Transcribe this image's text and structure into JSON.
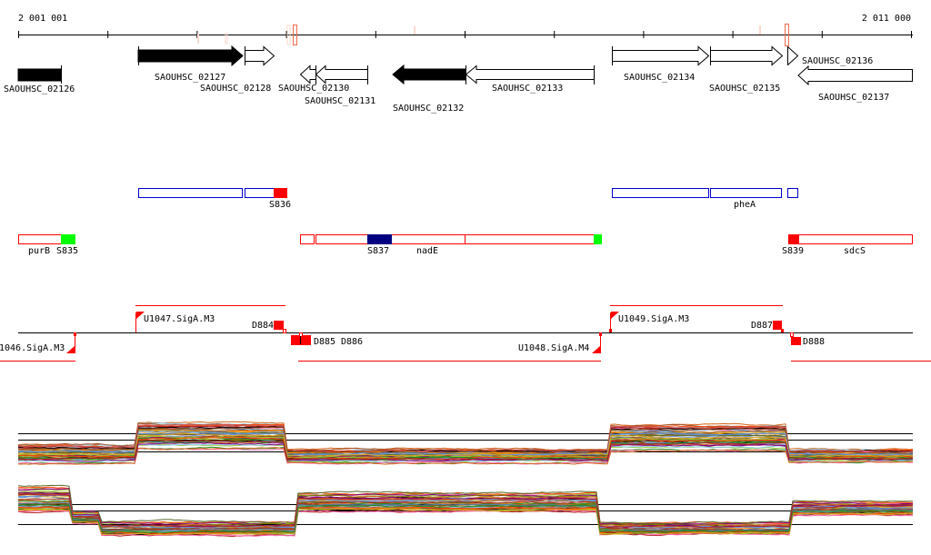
{
  "ruler": {
    "start_label": "2 001 001",
    "end_label": "2 011 000"
  },
  "genes": [
    {
      "id": "SAOUHSC_02126",
      "style": "filled"
    },
    {
      "id": "SAOUHSC_02127",
      "style": "filled"
    },
    {
      "id": "SAOUHSC_02128",
      "style": "open"
    },
    {
      "id": "SAOUHSC_02130",
      "style": "open"
    },
    {
      "id": "SAOUHSC_02131",
      "style": "open"
    },
    {
      "id": "SAOUHSC_02132",
      "style": "filled"
    },
    {
      "id": "SAOUHSC_02133",
      "style": "open"
    },
    {
      "id": "SAOUHSC_02134",
      "style": "open"
    },
    {
      "id": "SAOUHSC_02135",
      "style": "open"
    },
    {
      "id": "SAOUHSC_02136",
      "style": "open"
    },
    {
      "id": "SAOUHSC_02137",
      "style": "open"
    }
  ],
  "operons_blue": {
    "labels": [
      "S836",
      "pheA"
    ]
  },
  "operons_red": {
    "labels": [
      "purB",
      "S835",
      "S837",
      "nadE",
      "S839",
      "sdcS"
    ]
  },
  "promoters": {
    "labels": [
      "1046.SigA.M3",
      "U1047.SigA.M3",
      "D884",
      "D885",
      "D886",
      "U1048.SigA.M4",
      "U1049.SigA.M3",
      "D887",
      "D888"
    ]
  },
  "colors": {
    "operon_blue": "#0000cc",
    "operon_red": "#ff0000",
    "green": "#00ff00",
    "navy": "#000080",
    "marker": "#f26b4f"
  }
}
